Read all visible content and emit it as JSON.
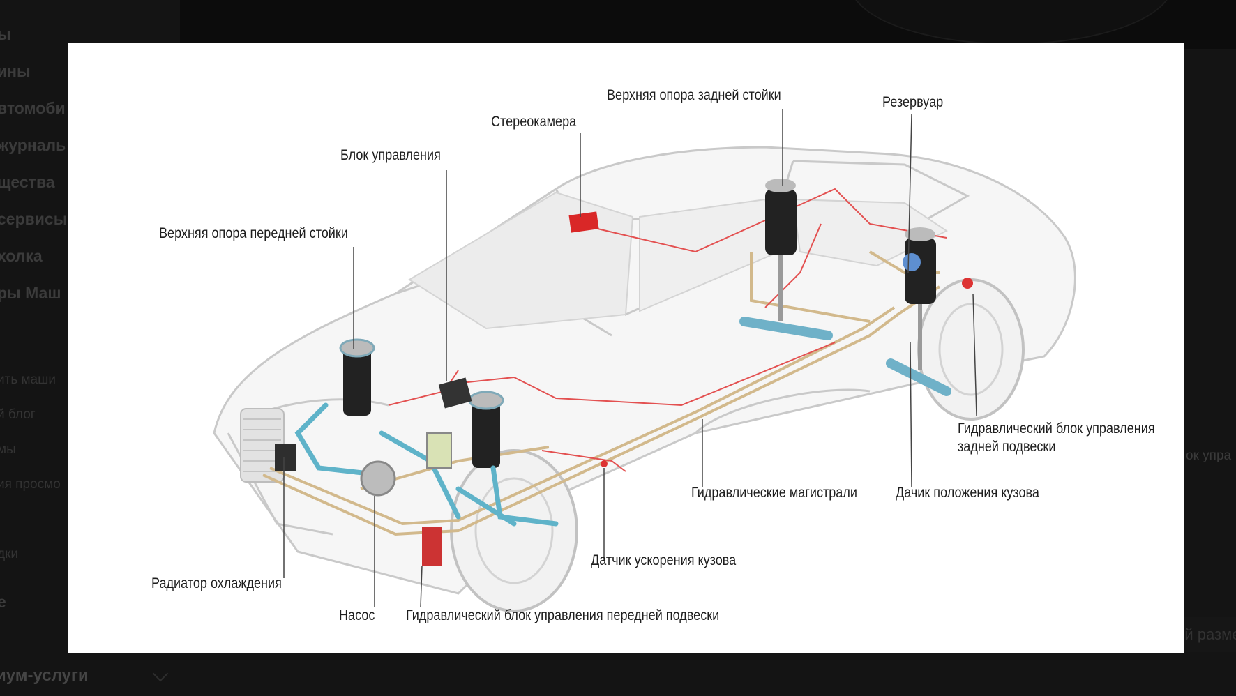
{
  "background": {
    "sidebar": {
      "items": [
        "ы",
        "ины",
        "втомоби",
        "журналь",
        "щества",
        "сервисы",
        "холка",
        "ры Маш"
      ],
      "subitems": [
        "ить маши",
        "й блог",
        "мы",
        "ия просмо",
        "дки"
      ],
      "footer_item": "е",
      "premium": "иум-услуги"
    },
    "right_text": "ок упра",
    "fullsize_button": "Полный разме"
  },
  "diagram": {
    "labels": {
      "rear_strut_mount": "Верхняя опора задней стойки",
      "reservoir": "Резервуар",
      "stereo_camera": "Стереокамера",
      "control_unit": "Блок управления",
      "front_strut_mount": "Верхняя опора передней стойки",
      "rear_hydraulic_unit_line1": "Гидравлический блок управления",
      "rear_hydraulic_unit_line2": "задней подвески",
      "hydraulic_lines": "Гидравлические магистрали",
      "body_level_sensor": "Дачик положения кузова",
      "body_accel_sensor": "Датчик ускорения кузова",
      "cooling_radiator": "Радиатор охлаждения",
      "pump": "Насос",
      "front_hydraulic_unit": "Гидравлический блок управления передней подвески"
    }
  }
}
